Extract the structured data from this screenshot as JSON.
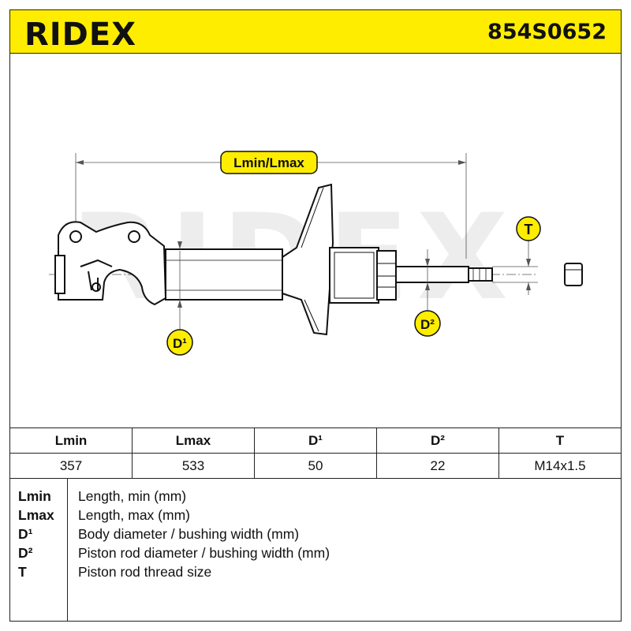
{
  "header": {
    "brand": "RIDEX",
    "part_number": "854S0652",
    "accent_color": "#ffed00"
  },
  "diagram": {
    "watermark": "RIDEX",
    "labels": {
      "length": "Lmin/Lmax",
      "thread": "T",
      "body_diameter": "D¹",
      "rod_diameter": "D²"
    }
  },
  "specs": {
    "headers": [
      "Lmin",
      "Lmax",
      "D¹",
      "D²",
      "T"
    ],
    "values": [
      "357",
      "533",
      "50",
      "22",
      "M14x1.5"
    ]
  },
  "legend": [
    {
      "key": "Lmin",
      "text": "Length, min (mm)"
    },
    {
      "key": "Lmax",
      "text": "Length, max (mm)"
    },
    {
      "key": "D¹",
      "text": "Body diameter / bushing width (mm)"
    },
    {
      "key": "D²",
      "text": "Piston rod diameter / bushing width (mm)"
    },
    {
      "key": "T",
      "text": "Piston rod thread size"
    }
  ]
}
